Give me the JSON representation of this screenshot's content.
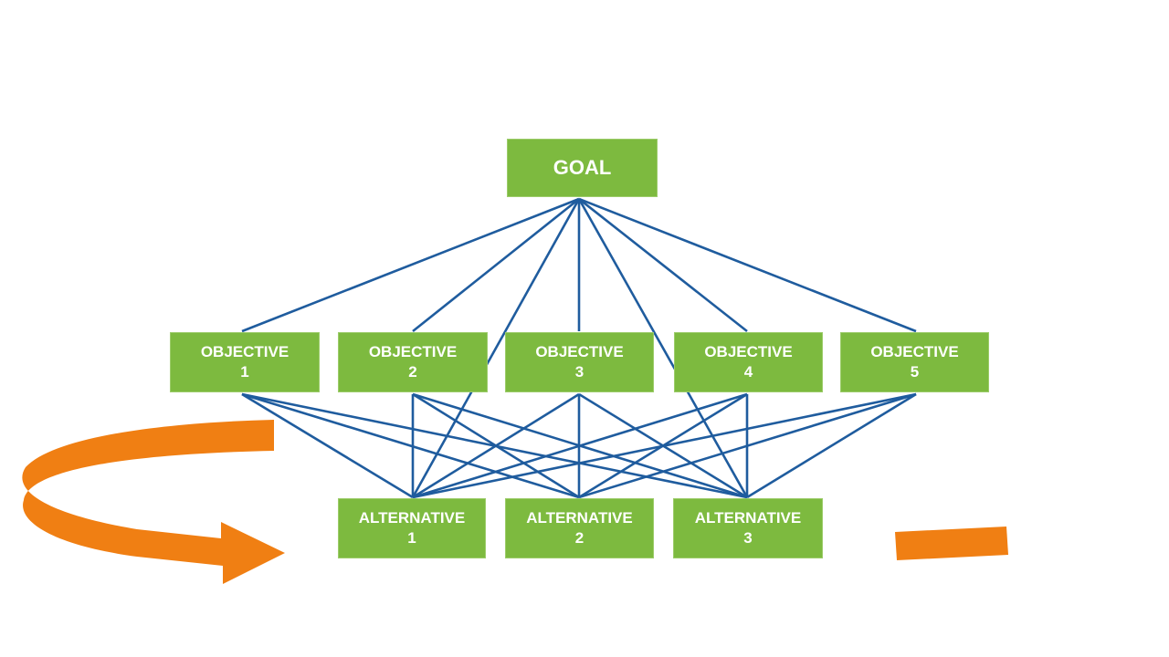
{
  "colors": {
    "node_fill": "#7dba3f",
    "node_text": "#ffffff",
    "connector": "#1f5c9e",
    "arrow": "#f07f13"
  },
  "goal": {
    "label": "GOAL"
  },
  "objectives": [
    {
      "line1": "OBJECTIVE",
      "line2": "1"
    },
    {
      "line1": "OBJECTIVE",
      "line2": "2"
    },
    {
      "line1": "OBJECTIVE",
      "line2": "3"
    },
    {
      "line1": "OBJECTIVE",
      "line2": "4"
    },
    {
      "line1": "OBJECTIVE",
      "line2": "5"
    }
  ],
  "alternatives": [
    {
      "line1": "ALTERNATIVE",
      "line2": "1"
    },
    {
      "line1": "ALTERNATIVE",
      "line2": "2"
    },
    {
      "line1": "ALTERNATIVE",
      "line2": "3"
    }
  ],
  "icons": {
    "feedback_arrow": "curved-arrow-icon",
    "dash": "orange-dash"
  }
}
